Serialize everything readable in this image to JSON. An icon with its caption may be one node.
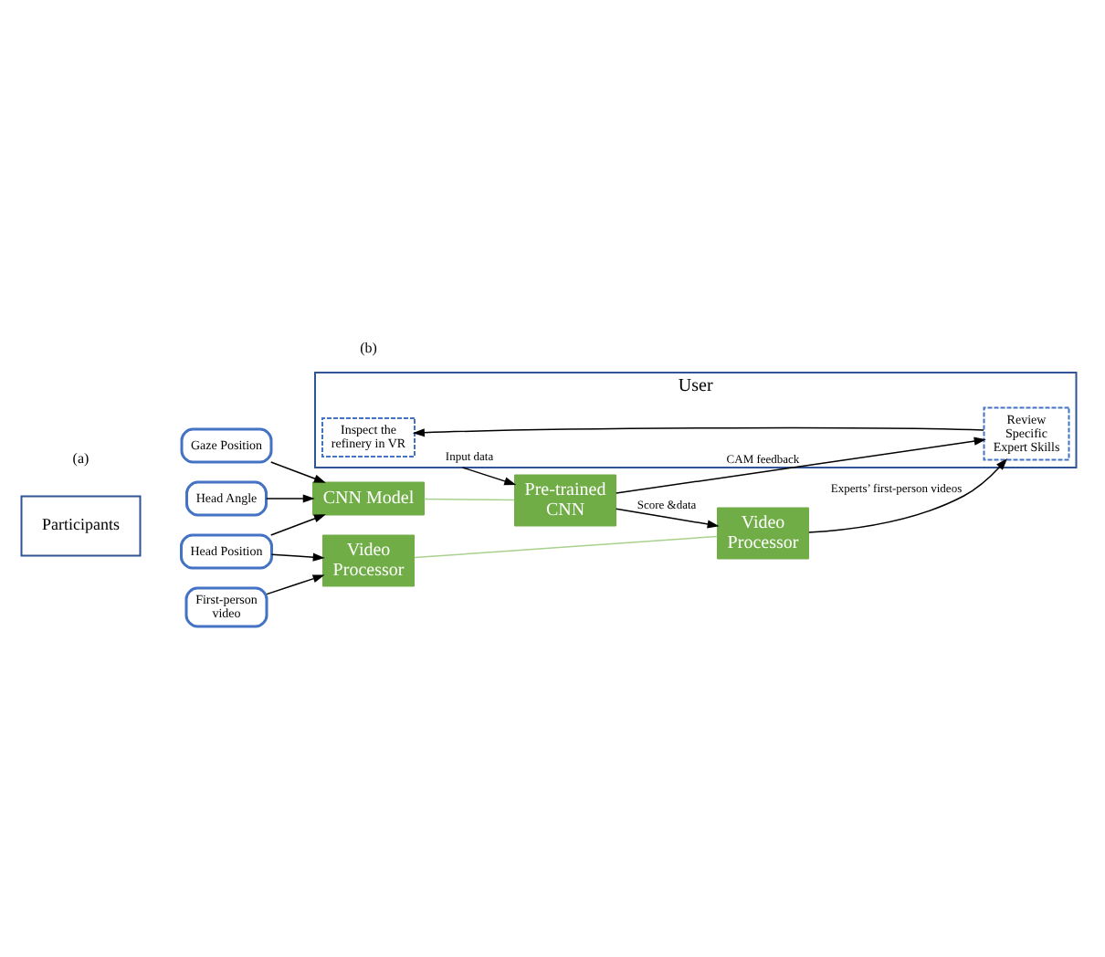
{
  "diagram": {
    "nodes": [
      {
        "text": [
          "Participants"
        ]
      },
      {
        "text": [
          "First-person video"
        ]
      },
      {
        "text": [
          "Head Position"
        ]
      },
      {
        "text": [
          "Head Angle"
        ]
      },
      {
        "text": [
          "Gaze Position"
        ]
      },
      {
        "text": [
          "Video Processor"
        ]
      },
      {
        "text": [
          "CNN Model"
        ]
      },
      {
        "text": [
          "User"
        ]
      },
      {
        "text": [
          "Inspect the refinery in VR"
        ],
        "in": 7
      },
      {
        "text": [
          "Review Specific Expert Skills"
        ],
        "in": 7
      },
      {
        "text": [
          "Pre-trained CNN"
        ]
      },
      {
        "text": [
          "Video Processor"
        ]
      }
    ],
    "edges": [
      {
        "from": 1,
        "to": 5,
        "arrow": "to"
      },
      {
        "from": 2,
        "to": 5,
        "arrow": "to"
      },
      {
        "from": 2,
        "to": 6,
        "arrow": "to"
      },
      {
        "from": 3,
        "to": 6,
        "arrow": "to"
      },
      {
        "from": 4,
        "to": 6,
        "arrow": "to"
      },
      {
        "from": 5,
        "to": 11,
        "arrow": "none",
        "color": "#a9d18e"
      },
      {
        "from": 6,
        "to": 10,
        "arrow": "none",
        "color": "#a9d18e"
      },
      {
        "from": 7,
        "to": 10,
        "arrow": "to",
        "label": "Input data"
      },
      {
        "from": 10,
        "to": 11,
        "arrow": "to",
        "label": "Score &data"
      },
      {
        "from": 10,
        "to": 9,
        "arrow": "to",
        "label": "CAM feedback"
      },
      {
        "from": 11,
        "to": 9,
        "arrow": "to",
        "label": "Experts’ first-person videos"
      },
      {
        "from": 9,
        "to": 8,
        "arrow": "to"
      }
    ],
    "labels": [
      "(a)",
      "(b)"
    ]
  }
}
